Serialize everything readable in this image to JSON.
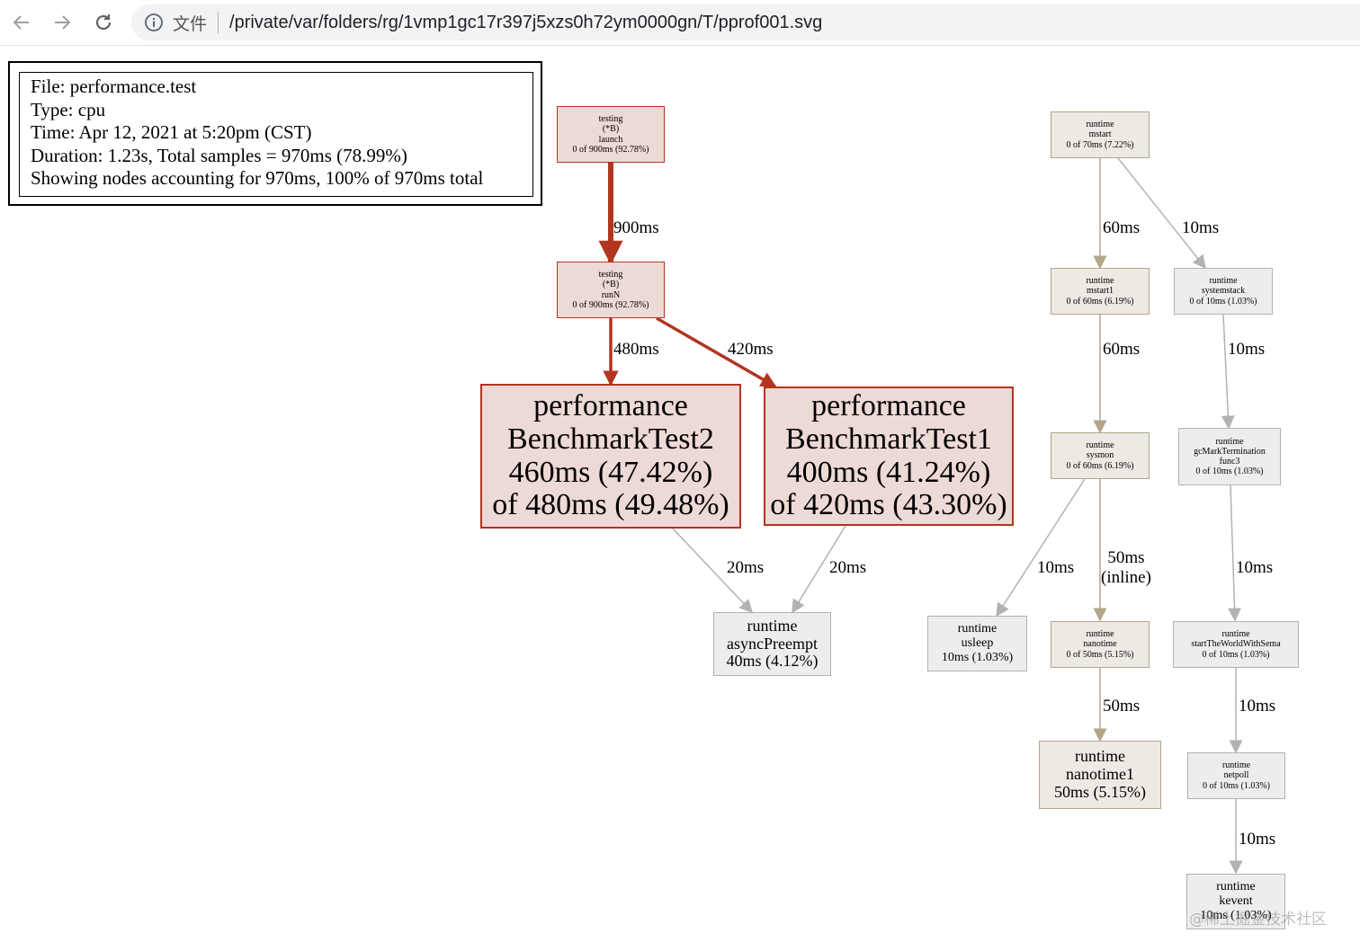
{
  "browser": {
    "back_icon": "arrow-left-icon",
    "forward_icon": "arrow-right-icon",
    "reload_icon": "reload-icon",
    "info_icon": "info-circle-icon",
    "file_label": "文件",
    "url": "/private/var/folders/rg/1vmp1gc17r397j5xzs0h72ym0000gn/T/pprof001.svg"
  },
  "legend": {
    "file": "File: performance.test",
    "type": "Type: cpu",
    "time": "Time: Apr 12, 2021 at 5:20pm (CST)",
    "duration": "Duration: 1.23s, Total samples = 970ms (78.99%)",
    "showing": "Showing nodes accounting for 970ms, 100% of 970ms total"
  },
  "nodes": {
    "launch": [
      "testing",
      "(*B)",
      "launch",
      "0 of 900ms (92.78%)"
    ],
    "runN": [
      "testing",
      "(*B)",
      "runN",
      "0 of 900ms (92.78%)"
    ],
    "bench2": [
      "performance",
      "BenchmarkTest2",
      "460ms (47.42%)",
      "of 480ms (49.48%)"
    ],
    "bench1": [
      "performance",
      "BenchmarkTest1",
      "400ms (41.24%)",
      "of 420ms (43.30%)"
    ],
    "asyncPreempt": [
      "runtime",
      "asyncPreempt",
      "40ms (4.12%)"
    ],
    "mstart": [
      "runtime",
      "mstart",
      "0 of 70ms (7.22%)"
    ],
    "mstart1": [
      "runtime",
      "mstart1",
      "0 of 60ms (6.19%)"
    ],
    "systemstack": [
      "runtime",
      "systemstack",
      "0 of 10ms (1.03%)"
    ],
    "sysmon": [
      "runtime",
      "sysmon",
      "0 of 60ms (6.19%)"
    ],
    "gcMarkTermination": [
      "runtime",
      "gcMarkTermination",
      "func3",
      "0 of 10ms (1.03%)"
    ],
    "usleep": [
      "runtime",
      "usleep",
      "10ms (1.03%)"
    ],
    "nanotime": [
      "runtime",
      "nanotime",
      "0 of 50ms (5.15%)"
    ],
    "startTheWorld": [
      "runtime",
      "startTheWorldWithSema",
      "0 of 10ms (1.03%)"
    ],
    "nanotime1": [
      "runtime",
      "nanotime1",
      "50ms (5.15%)"
    ],
    "netpoll": [
      "runtime",
      "netpoll",
      "0 of 10ms (1.03%)"
    ],
    "kevent": [
      "runtime",
      "kevent",
      "10ms (1.03%)"
    ]
  },
  "edges": {
    "launch_runN": "900ms",
    "runN_bench2": "480ms",
    "runN_bench1": "420ms",
    "bench2_async": "20ms",
    "bench1_async": "20ms",
    "mstart_mstart1": "60ms",
    "mstart_systemstack": "10ms",
    "mstart1_sysmon": "60ms",
    "systemstack_gcmark": "10ms",
    "sysmon_usleep": "10ms",
    "sysmon_nanotime_1": "50ms",
    "sysmon_nanotime_2": "(inline)",
    "gcmark_startworld": "10ms",
    "nanotime_nanotime1": "50ms",
    "startworld_netpoll": "10ms",
    "netpoll_kevent": "10ms"
  },
  "watermark": "@稀土掘金技术社区",
  "colors": {
    "hot_edge": "#b2351f",
    "hot_fill": "#edd9d5",
    "cold_edge": "#b2a58a",
    "cold_fill": "#ede9e3",
    "gray_edge": "#b2b2b2",
    "gray_fill": "#ededed"
  }
}
